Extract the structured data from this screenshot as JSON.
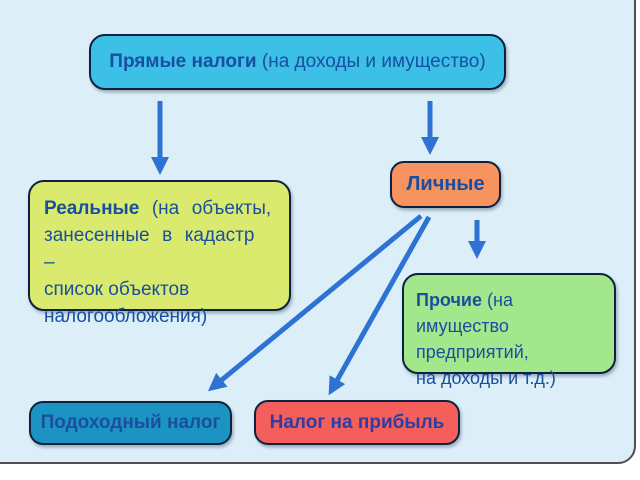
{
  "slide": {
    "description": "Flowchart of direct taxes classification (Russian)",
    "background": "#DCEFF9",
    "frame_border": "#4F4F4F"
  },
  "colors": {
    "page_bg": "#FFFFFF",
    "slide_bg": "#DCEFF9",
    "frame": "#4F4F4F",
    "node_border": "#0E2240",
    "cyan": "#3CC0E8",
    "yellow": "#D9EA6E",
    "orange": "#F6935F",
    "green": "#A3E78C",
    "teal": "#1B94C1",
    "red": "#F55F5B",
    "arrow": "#2E72D3",
    "navy": "#1A4FA0",
    "indigo": "#2F3CA0"
  },
  "nodes": {
    "direct": {
      "bold": "Прямые налоги",
      "rest": " (на доходы и имущество)"
    },
    "real": {
      "bold": "Реальные",
      "line1_rest": " (на объекты,",
      "line2": "занесенные в кадастр –",
      "line3": "список объектов",
      "line4": "налогообложения)"
    },
    "personal": {
      "label": "Личные"
    },
    "other": {
      "bold": "Прочие",
      "line1_rest": " (на имущество",
      "line2": "предприятий,",
      "line3": "на доходы и т.д.)"
    },
    "income": {
      "label": "Подоходный налог"
    },
    "profit": {
      "label": "Налог на прибыль"
    }
  },
  "edges": [
    {
      "from": "direct-taxes",
      "to": "real-taxes"
    },
    {
      "from": "direct-taxes",
      "to": "personal-taxes"
    },
    {
      "from": "personal-taxes",
      "to": "other-taxes"
    },
    {
      "from": "personal-taxes",
      "to": "income-tax"
    },
    {
      "from": "personal-taxes",
      "to": "profit-tax"
    }
  ]
}
